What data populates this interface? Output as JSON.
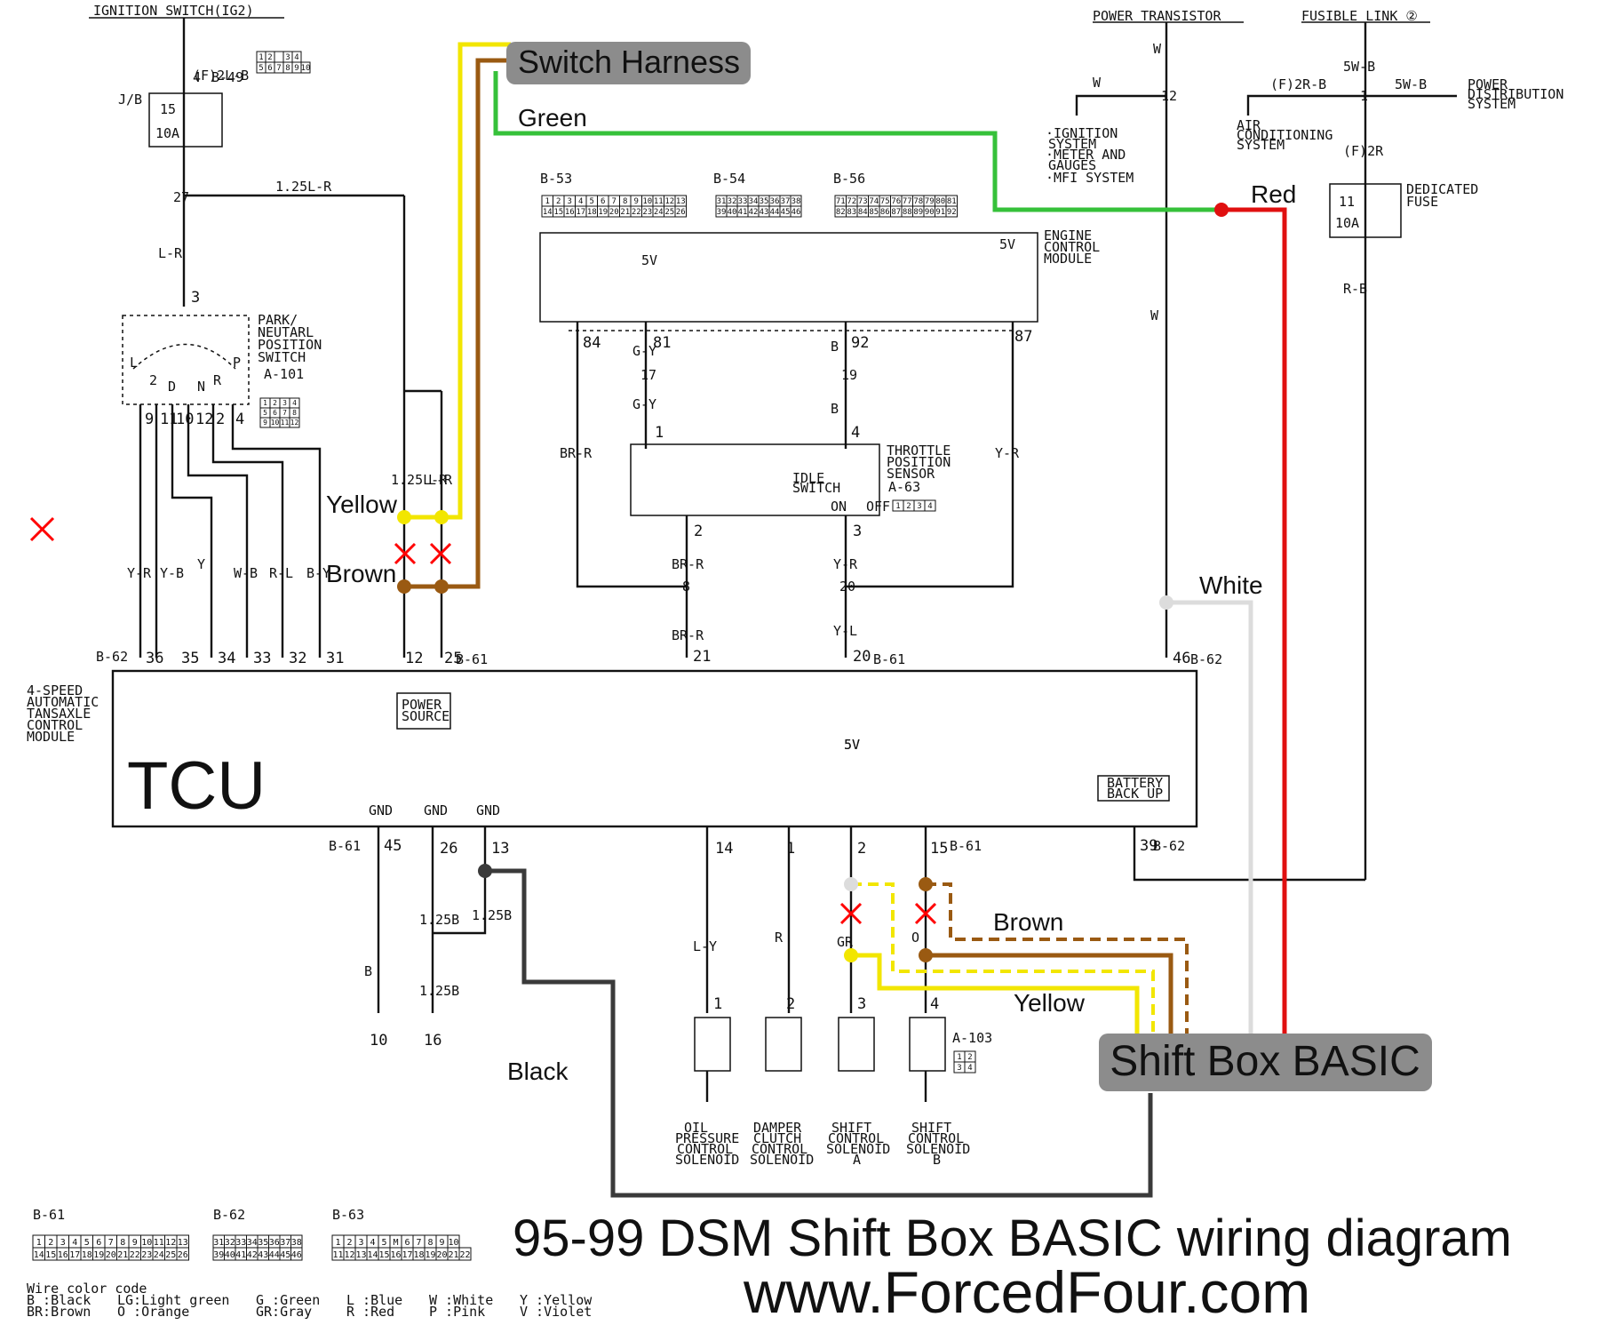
{
  "colors": {
    "yellow": "#f2e600",
    "brown": "#9a5a12",
    "green": "#36c13a",
    "red": "#e01010",
    "white_wire": "#dcdcdc",
    "black_wire": "#3a3a3a",
    "x_mark": "#ff0000",
    "pill_bg": "#8c8c8c"
  },
  "callouts": {
    "switch_harness": "Switch Harness",
    "shift_box": "Shift Box BASIC",
    "tcu": "TCU",
    "green": "Green",
    "red": "Red",
    "white": "White",
    "black": "Black",
    "yellow_top": "Yellow",
    "brown_top": "Brown",
    "yellow_bottom": "Yellow",
    "brown_bottom": "Brown"
  },
  "title": {
    "line1": "95-99 DSM Shift Box BASIC wiring diagram",
    "line2": "www.ForcedFour.com"
  },
  "labels": {
    "ignition_switch": "IGNITION SWITCH(IG2)",
    "power_transistor": "POWER TRANSISTOR",
    "fusible_link": "FUSIBLE LINK ②",
    "jb": "J/B",
    "fuse15": "15",
    "fuse15_amp": "10A",
    "fuse11": "11",
    "fuse11_amp": "10A",
    "dedicated_fuse_1": "DEDICATED",
    "dedicated_fuse_2": "FUSE",
    "w_2lb": "(F)2L-B",
    "b49_pin": "4",
    "b49": "B-49",
    "node27": "27",
    "lr": "L-R",
    "w125lr_top": "1.25L-R",
    "pnp1": "PARK/",
    "pnp2": "NEUTARL",
    "pnp3": "POSITION",
    "pnp4": "SWITCH",
    "pnp5": "A-101",
    "pnp_pin3": "3",
    "node12_top": "12",
    "node1": "1",
    "w_top": "W",
    "w_left": "W",
    "ign_sys_1": "·IGNITION",
    "ign_sys_2": "SYSTEM",
    "ign_sys_3": "·METER AND",
    "ign_sys_4": "GAUGES",
    "ign_sys_5": "·MFI SYSTEM",
    "w_2rb": "(F)2R-B",
    "w_5wb_h": "5W-B",
    "w_5wb_v": "5W-B",
    "w_f2r": "(F)2R",
    "pwr_dist_1": "POWER",
    "pwr_dist_2": "DISTRIBUTION",
    "pwr_dist_3": "SYSTEM",
    "aircon_1": "AIR",
    "aircon_2": "CONDITIONING",
    "aircon_3": "SYSTEM",
    "rb": "R-B",
    "w_mid": "W",
    "b53": "B-53",
    "b54": "B-54",
    "b56": "B-56",
    "ecm1": "ENGINE",
    "ecm2": "CONTROL",
    "ecm3": "MODULE",
    "v5_a": "5V",
    "v5_b": "5V",
    "v5_c": "5V",
    "p84": "84",
    "p81": "81",
    "p92": "92",
    "p87": "87",
    "gy1": "G-Y",
    "gy2": "G-Y",
    "n17": "17",
    "n19": "19",
    "b_wire1": "B",
    "b_wire2": "B",
    "tps1": "THROTTLE",
    "tps2": "POSITION",
    "tps3": "SENSOR",
    "tps4": "A-63",
    "idle1": "IDLE",
    "idle2": "SWITCH",
    "on": "ON",
    "off": "OFF",
    "tp1": "1",
    "tp2": "2",
    "tp3": "3",
    "tp4": "4",
    "brr1": "BR-R",
    "brr2": "BR-R",
    "brr3": "BR-R",
    "yr1": "Y-R",
    "yr2": "Y-R",
    "yl": "Y-L",
    "n8": "8",
    "n20": "20",
    "w125lr": "1.25L-R",
    "lr2": "L-R",
    "wire_yr": "Y-R",
    "wire_yb": "Y-B",
    "wire_y": "Y",
    "wire_wb": "W-B",
    "wire_rl": "R-L",
    "wire_by": "B-Y",
    "pnp_p9": "9",
    "pnp_p11": "11",
    "pnp_p10": "10",
    "pnp_p12": "12",
    "pnp_p2": "2",
    "pnp_p4": "4",
    "pnp_L": "L",
    "pnp_2": "2",
    "pnp_D": "D",
    "pnp_N": "N",
    "pnp_R": "R",
    "pnp_P": "P",
    "b62_a": "B-62",
    "b61_a": "B-61",
    "b61_b": "B-61",
    "b62_b": "B-62",
    "b61_c": "B-61",
    "b61_d": "B-61",
    "b62_c": "B-62",
    "t36": "36",
    "t35": "35",
    "t34": "34",
    "t33": "33",
    "t32": "32",
    "t31": "31",
    "t12": "12",
    "t25": "25",
    "t21": "21",
    "t20": "20",
    "t46": "46",
    "t45": "45",
    "t26": "26",
    "t13": "13",
    "t14": "14",
    "t1": "1",
    "t2": "2",
    "t15": "15",
    "t39": "39",
    "tcm1": "4-SPEED",
    "tcm2": "AUTOMATIC",
    "tcm3": "TANSAXLE",
    "tcm4": "CONTROL",
    "tcm5": "MODULE",
    "power_src1": "POWER",
    "power_src2": "SOURCE",
    "battery1": "BATTERY",
    "battery2": "BACK UP",
    "v5_tcu": "5V",
    "gnd1": "GND",
    "gnd2": "GND",
    "gnd3": "GND",
    "w_b": "B",
    "w_125b_a": "1.25B",
    "w_125b_b": "1.25B",
    "w_125b_c": "1.25B",
    "g10": "10",
    "g16": "16",
    "wire_ly": "L-Y",
    "wire_r": "R",
    "wire_gr": "GR",
    "wire_o": "O",
    "s1": "1",
    "s2": "2",
    "s3": "3",
    "s4": "4",
    "a103": "A-103",
    "sol_a1": "OIL",
    "sol_a2": "PRESSURE",
    "sol_a3": "CONTROL",
    "sol_a4": "SOLENOID",
    "sol_b1": "DAMPER",
    "sol_b2": "CLUTCH",
    "sol_b3": "CONTROL",
    "sol_b4": "SOLENOID",
    "sol_c1": "SHIFT",
    "sol_c2": "CONTROL",
    "sol_c3": "SOLENOID",
    "sol_c4": "A",
    "sol_d1": "SHIFT",
    "sol_d2": "CONTROL",
    "sol_d3": "SOLENOID",
    "sol_d4": "B",
    "legend_b61": "B-61",
    "legend_b62": "B-62",
    "legend_b63": "B-63"
  },
  "connectors": {
    "b49_row1": [
      "1",
      "2",
      "",
      "3",
      "4"
    ],
    "b49_row2": [
      "5",
      "6",
      "7",
      "8",
      "9",
      "10"
    ],
    "b53_row1": [
      "1",
      "2",
      "3",
      "4",
      "5",
      "6",
      "7",
      "8",
      "9",
      "10",
      "11",
      "12",
      "13"
    ],
    "b53_row2": [
      "14",
      "15",
      "16",
      "17",
      "18",
      "19",
      "20",
      "21",
      "22",
      "23",
      "24",
      "25",
      "26"
    ],
    "b54_row1": [
      "31",
      "32",
      "33",
      "34",
      "35",
      "36",
      "37",
      "38"
    ],
    "b54_row2": [
      "39",
      "40",
      "41",
      "42",
      "43",
      "44",
      "45",
      "46"
    ],
    "b56_row1": [
      "71",
      "72",
      "73",
      "74",
      "75",
      "76",
      "77",
      "78",
      "79",
      "80",
      "81"
    ],
    "b56_row2": [
      "82",
      "83",
      "84",
      "85",
      "86",
      "87",
      "88",
      "89",
      "90",
      "91",
      "92"
    ],
    "b61_row1": [
      "1",
      "2",
      "3",
      "4",
      "5",
      "6",
      "7",
      "8",
      "9",
      "10",
      "11",
      "12",
      "13"
    ],
    "b61_row2": [
      "14",
      "15",
      "16",
      "17",
      "18",
      "19",
      "20",
      "21",
      "22",
      "23",
      "24",
      "25",
      "26"
    ],
    "b62_row1": [
      "31",
      "32",
      "33",
      "34",
      "35",
      "36",
      "37",
      "38"
    ],
    "b62_row2": [
      "39",
      "40",
      "41",
      "42",
      "43",
      "44",
      "45",
      "46"
    ],
    "b63_row1": [
      "1",
      "2",
      "3",
      "4",
      "5",
      "M",
      "6",
      "7",
      "8",
      "9",
      "10"
    ],
    "b63_row2": [
      "11",
      "12",
      "13",
      "14",
      "15",
      "16",
      "17",
      "18",
      "19",
      "20",
      "21",
      "22"
    ],
    "a101": [
      "1",
      "2",
      "3",
      "4",
      "5",
      "6",
      "7",
      "8",
      "9",
      "10",
      "11",
      "12"
    ],
    "a63": [
      "1",
      "2",
      "3",
      "4"
    ],
    "a103": [
      "1",
      "2",
      "3",
      "4"
    ]
  },
  "wire_legend": {
    "title": "Wire color code",
    "col1": [
      "B :Black",
      "BR:Brown"
    ],
    "col2": [
      "LG:Light green",
      "O :Orange"
    ],
    "col3": [
      "G :Green",
      "GR:Gray"
    ],
    "col4": [
      "L :Blue",
      "R :Red"
    ],
    "col5": [
      "W :White",
      "P :Pink"
    ],
    "col6": [
      "Y :Yellow",
      "V :Violet"
    ]
  }
}
